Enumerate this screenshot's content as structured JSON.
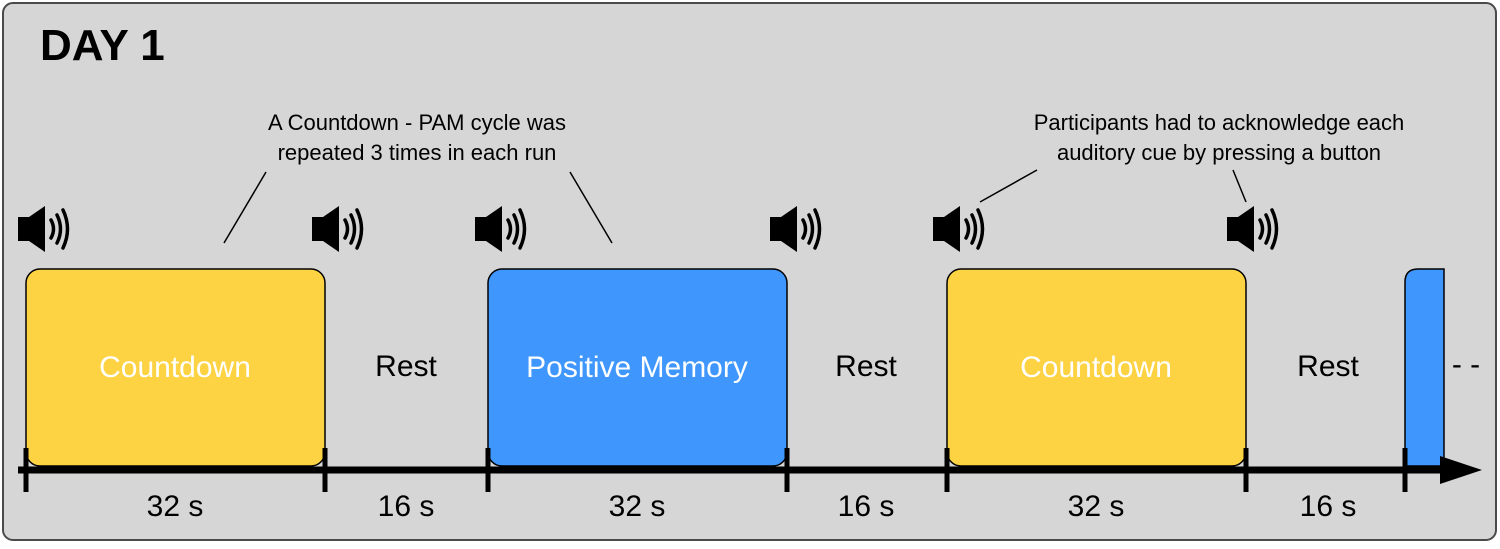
{
  "title": "DAY 1",
  "annotations": {
    "cycle": [
      "A Countdown - PAM cycle was",
      "repeated 3 times in each run"
    ],
    "button": [
      "Participants had to acknowledge each",
      "auditory cue by pressing a button"
    ]
  },
  "blocks": [
    {
      "label": "Countdown",
      "color": "#FDD344"
    },
    {
      "label": "Positive Memory",
      "color": "#3F97FD"
    },
    {
      "label": "Countdown",
      "color": "#FDD344"
    }
  ],
  "rest_label": "Rest",
  "durations": [
    "32 s",
    "16 s",
    "32 s",
    "16 s",
    "32 s",
    "16 s"
  ],
  "continuation": "- -",
  "icons": {
    "speaker": "speaker-icon"
  },
  "colors": {
    "panel": "#D6D6D6",
    "countdown": "#FDD344",
    "positive_memory": "#3F97FD"
  }
}
